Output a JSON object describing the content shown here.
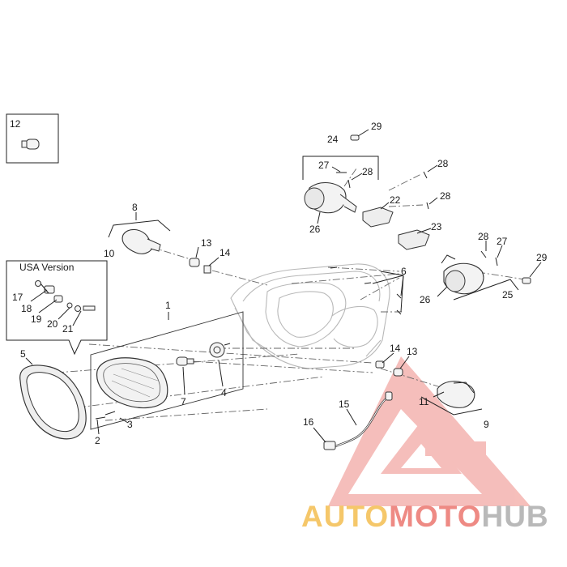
{
  "callouts": {
    "n1": "1",
    "n2": "2",
    "n3": "3",
    "n4": "4",
    "n5": "5",
    "n6": "6",
    "n7": "7",
    "n8": "8",
    "n9": "9",
    "n10": "10",
    "n11": "11",
    "n12": "12",
    "n13a": "13",
    "n13b": "13",
    "n14a": "14",
    "n14b": "14",
    "n15": "15",
    "n16": "16",
    "n17": "17",
    "n18": "18",
    "n19": "19",
    "n20": "20",
    "n21": "21",
    "n22": "22",
    "n23": "23",
    "n24": "24",
    "n25": "25",
    "n26a": "26",
    "n26b": "26",
    "n27a": "27",
    "n27b": "27",
    "n28a": "28",
    "n28b": "28",
    "n28c": "28",
    "n28d": "28",
    "n29a": "29",
    "n29b": "29"
  },
  "usa_box_label": "USA Version",
  "watermark": {
    "part1": "AUTO",
    "part2": "MOTO",
    "part3": "HUB",
    "color_auto": "#f5c76a",
    "color_moto": "#ee8a84",
    "color_hub": "#b9b9b9",
    "logo_color": "#ee8a84"
  }
}
